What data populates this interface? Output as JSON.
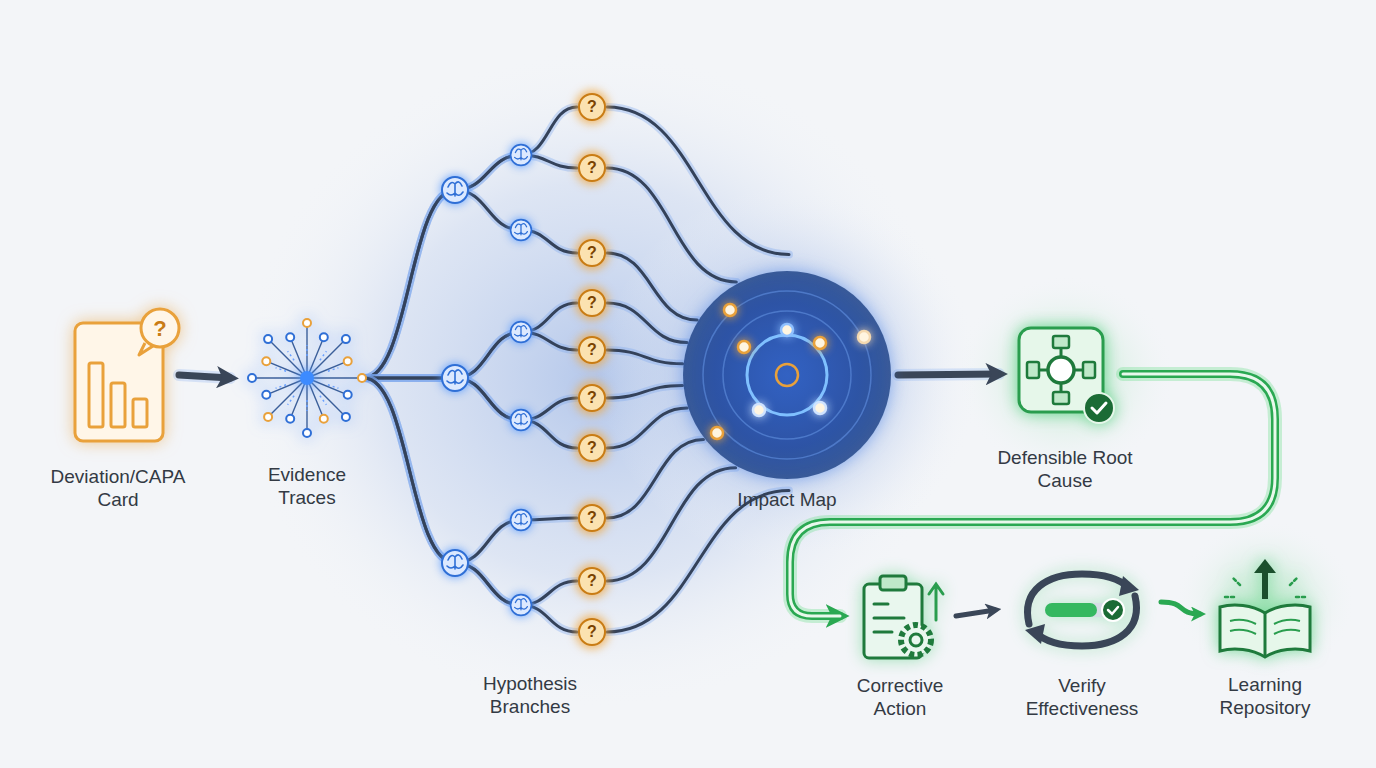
{
  "diagram": {
    "nodes": [
      {
        "text": [
          "Deviation/CAPA Card"
        ]
      },
      {
        "text": [
          "Evidence Traces"
        ]
      },
      {
        "text": [
          "?"
        ]
      },
      {
        "text": [
          "?"
        ]
      },
      {
        "text": [
          "?"
        ]
      },
      {
        "text": [
          "?"
        ]
      },
      {
        "text": [
          "?"
        ]
      },
      {
        "text": [
          "?"
        ]
      },
      {
        "text": [
          "?"
        ]
      },
      {
        "text": [
          "?"
        ]
      },
      {
        "text": [
          "?"
        ]
      },
      {
        "text": [
          "?"
        ]
      },
      {
        "text": [
          "Impact Map"
        ]
      },
      {
        "text": [
          "Defensible Root Cause"
        ]
      },
      {
        "text": [
          "Corrective Action"
        ]
      },
      {
        "text": [
          "Verify Effectiveness"
        ]
      },
      {
        "text": [
          "Learning Repository"
        ]
      }
    ],
    "edges": [
      {
        "from": 0,
        "to": 1,
        "arrow": "to"
      },
      {
        "from": 1,
        "to": 2,
        "arrow": "none"
      },
      {
        "from": 1,
        "to": 3,
        "arrow": "none"
      },
      {
        "from": 1,
        "to": 4,
        "arrow": "none"
      },
      {
        "from": 1,
        "to": 5,
        "arrow": "none"
      },
      {
        "from": 1,
        "to": 6,
        "arrow": "none"
      },
      {
        "from": 1,
        "to": 7,
        "arrow": "none"
      },
      {
        "from": 1,
        "to": 8,
        "arrow": "none"
      },
      {
        "from": 1,
        "to": 9,
        "arrow": "none"
      },
      {
        "from": 1,
        "to": 10,
        "arrow": "none"
      },
      {
        "from": 1,
        "to": 11,
        "arrow": "none"
      },
      {
        "from": 2,
        "to": 12,
        "arrow": "none"
      },
      {
        "from": 3,
        "to": 12,
        "arrow": "none"
      },
      {
        "from": 4,
        "to": 12,
        "arrow": "none"
      },
      {
        "from": 5,
        "to": 12,
        "arrow": "none"
      },
      {
        "from": 6,
        "to": 12,
        "arrow": "none"
      },
      {
        "from": 7,
        "to": 12,
        "arrow": "none"
      },
      {
        "from": 8,
        "to": 12,
        "arrow": "none"
      },
      {
        "from": 9,
        "to": 12,
        "arrow": "none"
      },
      {
        "from": 10,
        "to": 12,
        "arrow": "none"
      },
      {
        "from": 11,
        "to": 12,
        "arrow": "none"
      },
      {
        "from": 12,
        "to": 13,
        "arrow": "to"
      },
      {
        "from": 13,
        "to": 14,
        "arrow": "to"
      },
      {
        "from": 14,
        "to": 15,
        "arrow": "to"
      },
      {
        "from": 15,
        "to": 16,
        "arrow": "to"
      }
    ],
    "labels": [
      "?",
      "Hypothesis Branches"
    ]
  }
}
